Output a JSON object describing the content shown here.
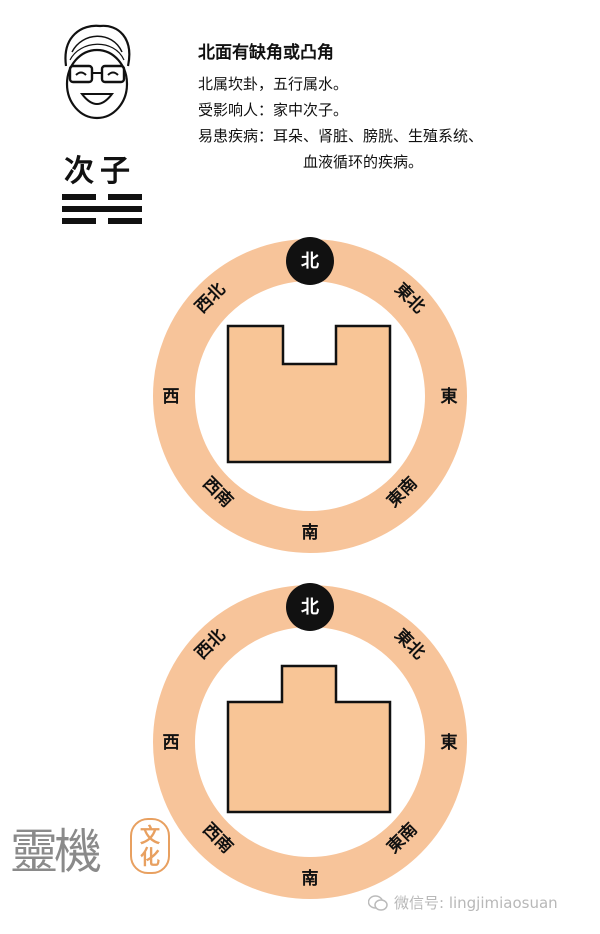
{
  "header": {
    "persona": "次子",
    "title": "北面有缺角或凸角",
    "rows": [
      {
        "key": "",
        "val": "北属坎卦，五行属水。"
      },
      {
        "key": "受影响人：",
        "val": "家中次子。"
      },
      {
        "key": "易患疾病：",
        "val": "耳朵、肾脏、膀胱、生殖系统、"
      },
      {
        "key": "",
        "val": "血液循环的疾病。"
      }
    ],
    "trigram": [
      "broken",
      "solid",
      "broken"
    ]
  },
  "compass": {
    "north": "北",
    "northeast": "東北",
    "east": "東",
    "southeast": "東南",
    "south": "南",
    "southwest": "西南",
    "west": "西",
    "northwest": "西北"
  },
  "diagrams": [
    {
      "variant": "missing-corner"
    },
    {
      "variant": "protruding-corner"
    }
  ],
  "colors": {
    "ring": "#f7c49a",
    "house": "#f8c596",
    "outline": "#111111"
  },
  "watermark": {
    "logo": "靈機",
    "logo_tag": "文化",
    "wechat": "微信号: lingjimiaosuan"
  }
}
